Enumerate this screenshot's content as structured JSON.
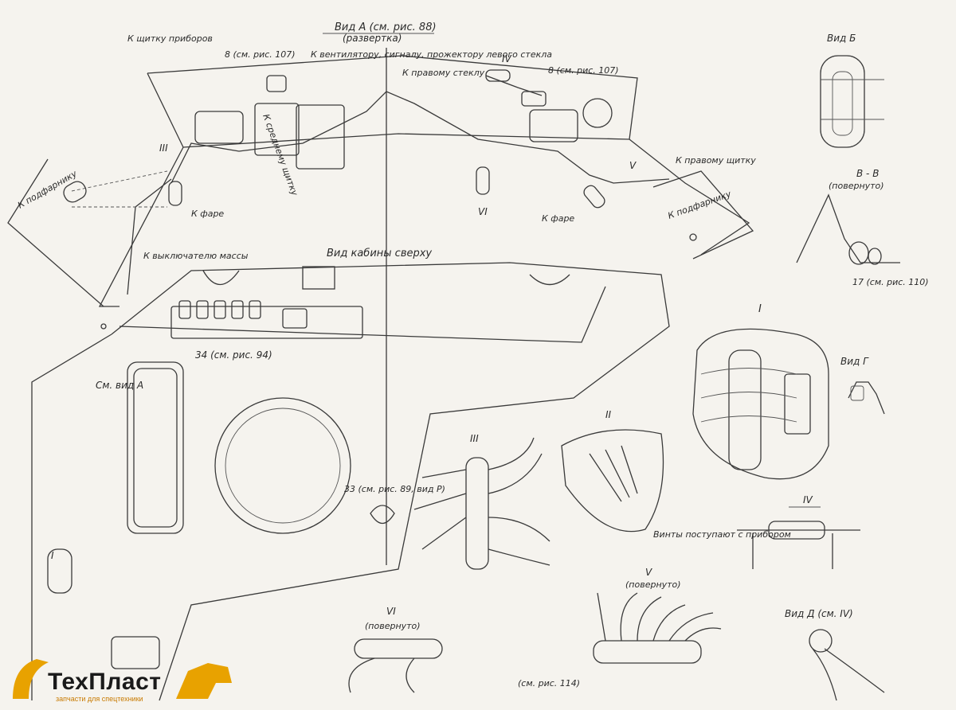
{
  "views": {
    "view_a_title": "Вид А (см. рис. 88)",
    "view_a_sub": "(развертка)",
    "view_b_title": "Вид Б",
    "section_bb_title": "В - В",
    "section_bb_sub": "(повернуто)",
    "view_g_title": "Вид Г",
    "view_d_title": "Вид Д (см. IV)",
    "cab_top_title": "Вид кабины сверху",
    "detail_i": "I",
    "detail_ii": "II",
    "detail_iii": "III",
    "detail_iv": "IV",
    "detail_v": "V",
    "detail_v_sub": "(повернуто)",
    "detail_vi": "VI",
    "detail_vi_sub": "(повернуто)"
  },
  "labels": {
    "to_panel": "К щитку приборов",
    "to_fan": "К вентилятору, сигналу, прожектору левого стекла",
    "to_mid_panel": "К среднему щитку",
    "to_right_glass": "К правому стеклу",
    "to_right_panel": "К правому щитку",
    "to_left_headlamp": "К подфарнику",
    "to_right_headlamp": "К подфарнику",
    "to_lamp_left": "К фаре",
    "to_lamp_right": "К фаре",
    "to_mass_switch": "К выключателю массы",
    "see_view_a": "См. вид А",
    "ref_8a": "8 (см. рис. 107)",
    "ref_8b": "8 (см. рис. 107)",
    "ref_34": "34 (см. рис. 94)",
    "ref_33": "33 (см. рис. 89, вид Р)",
    "ref_17": "17 (см. рис. 110)",
    "ref_114": "(см. рис. 114)",
    "screws_note": "Винты поступают с прибором"
  },
  "logo": {
    "name": "ТехПласт",
    "tagline": "запчасти для спецтехники"
  },
  "colors": {
    "ink": "#3a3a3a",
    "paper": "#f5f3ee",
    "logo_accent": "#e8a200"
  }
}
